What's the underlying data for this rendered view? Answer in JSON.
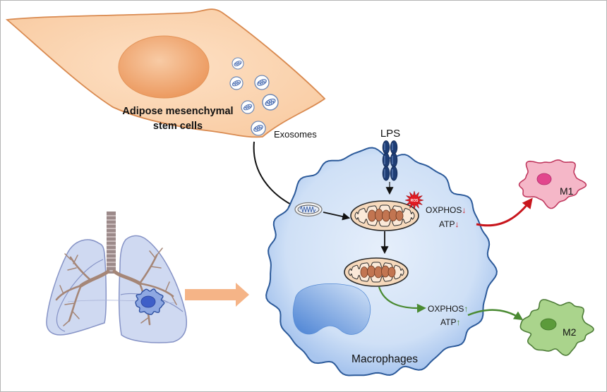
{
  "stem_cell": {
    "label_line1": "Adipose mesenchymal",
    "label_line2": "stem cells"
  },
  "exosomes": {
    "label": "Exosomes"
  },
  "lps": {
    "label": "LPS"
  },
  "ros": {
    "label": "ROS"
  },
  "m1_path": {
    "oxphos_label": "OXPHOS",
    "oxphos_arrow": "↓",
    "atp_label": "ATP",
    "atp_arrow": "↓"
  },
  "m2_path": {
    "oxphos_label": "OXPHOS",
    "oxphos_arrow": "↑",
    "atp_label": "ATP",
    "atp_arrow": "↑"
  },
  "m1": {
    "label": "M1"
  },
  "m2": {
    "label": "M2"
  },
  "macrophage": {
    "label": "Macrophages"
  },
  "colors": {
    "stem_cell_fill": "#f9cda5",
    "macrophage_center": "#e6effb",
    "macrophage_edge": "#a8c5ee",
    "m1_fill": "#f5b7c8",
    "m1_nucleus": "#e2468d",
    "m2_fill": "#aad48c",
    "m2_nucleus": "#5c9b3b",
    "arrow_red": "#c8161d",
    "arrow_green": "#4a8a32",
    "ros": "#e31b23",
    "lps": "#1e3d74",
    "lung_fill": "#cfd9f1",
    "transfer_arrow": "#f5b487"
  }
}
